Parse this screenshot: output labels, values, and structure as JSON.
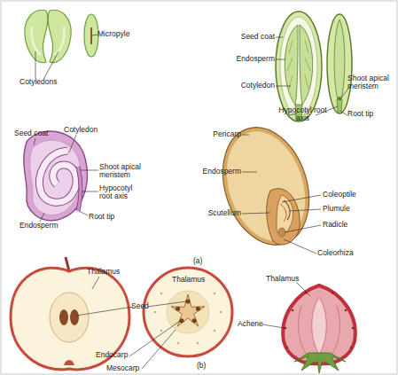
{
  "diagram": {
    "labels": [
      "Cotyledons",
      "Micropyle",
      "Seed coat",
      "Endosperm",
      "Cotyledon",
      "Hypocotyl root axis",
      "Shoot apical meristem",
      "Root tip",
      "Seed coat",
      "Cotyledon",
      "Shoot apical meristem",
      "Hypocotyl root axis",
      "Endosperm",
      "Root tip",
      "Pericarp",
      "Endosperm",
      "Scutellum",
      "Coleoptile",
      "Plumule",
      "Radicle",
      "Coleorhiza",
      "(a)",
      "Thalamus",
      "Seed",
      "Thalamus",
      "Endocarp",
      "Mesocarp",
      "(b)",
      "Thalamus",
      "Achene"
    ]
  }
}
